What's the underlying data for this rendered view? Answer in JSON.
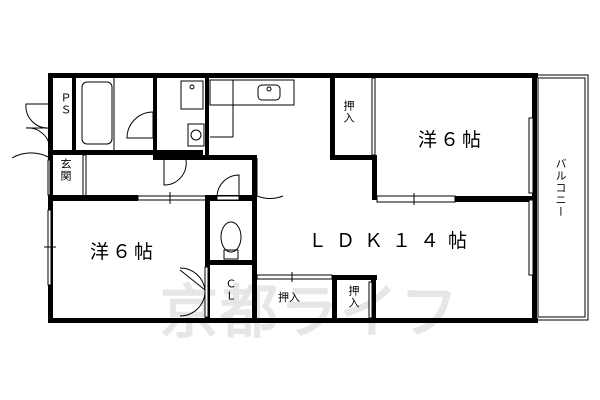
{
  "floor_plan": {
    "layout": "3LDK-style apartment, 2 Western rooms + LDK",
    "rooms": [
      {
        "id": "western-room-1",
        "label": "洋６帖",
        "type": "Western-style room",
        "size_jo": 6
      },
      {
        "id": "western-room-2",
        "label": "洋６帖",
        "type": "Western-style room",
        "size_jo": 6
      },
      {
        "id": "ldk",
        "label": "ＬＤＫ１４帖",
        "type": "Living/Dining/Kitchen",
        "size_jo": 14
      }
    ],
    "labels": {
      "ps": "ＰＳ",
      "entrance": "玄関",
      "closet_cl": "ＣＬ",
      "oshiire_1": "押入",
      "oshiire_2": "押入",
      "oshiire_3": "押入",
      "balcony": "バルコニー"
    },
    "watermark": "京都ライフ"
  },
  "colors": {
    "wall": "#000000",
    "background": "#ffffff",
    "watermark": "#e6e6e6"
  }
}
